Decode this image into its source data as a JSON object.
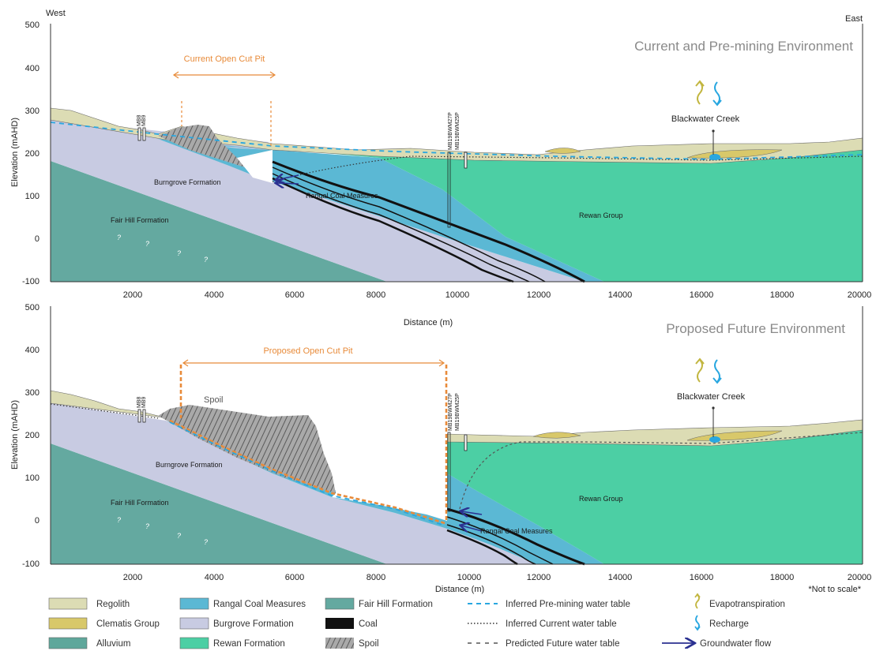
{
  "directions": {
    "west": "West",
    "east": "East"
  },
  "axes": {
    "y_label": "Elevation (mAHD)",
    "x_label": "Distance (m)",
    "y_ticks": [
      "500",
      "400",
      "300",
      "200",
      "100",
      "0",
      "-100"
    ],
    "x_ticks": [
      "2000",
      "4000",
      "6000",
      "8000",
      "10000",
      "12000",
      "14000",
      "16000",
      "18000",
      "20000"
    ]
  },
  "top_panel": {
    "title": "Current and Pre-mining Environment",
    "pit_label": "Current Open Cut Pit",
    "bores_west": [
      "MB8",
      "MB9"
    ],
    "bores_mid": [
      "MB19BWM27P",
      "MB19BWM25P"
    ],
    "creek_label": "Blackwater Creek",
    "formations": {
      "burngrove": "Burngrove Formation",
      "fair_hill": "Fair Hill Formation",
      "rangal": "Rangal Coal Measures",
      "rewan": "Rewan Group"
    }
  },
  "bottom_panel": {
    "title": "Proposed Future Environment",
    "pit_label": "Proposed Open Cut Pit",
    "spoil_label": "Spoil",
    "bores_west": [
      "MB8",
      "MB9"
    ],
    "bores_mid": [
      "MB19BWM27P",
      "MB19BWM25P"
    ],
    "creek_label": "Blackwater Creek",
    "formations": {
      "burngrove": "Burngrove Formation",
      "fair_hill": "Fair Hill Formation",
      "rangal": "Rangal Coal Measures",
      "rewan": "Rewan Group"
    }
  },
  "note": "*Not to scale*",
  "legend": {
    "regolith": "Regolith",
    "clematis": "Clematis Group",
    "alluvium": "Alluvium",
    "rangal": "Rangal Coal Measures",
    "burgrove": "Burgrove Formation",
    "rewan": "Rewan Formation",
    "fairhill": "Fair Hill Formation",
    "coal": "Coal",
    "spoil": "Spoil",
    "premining_wt": "Inferred Pre-mining water table",
    "current_wt": "Inferred Current water table",
    "future_wt": "Predicted Future water table",
    "gw_flow": "Groundwater flow",
    "evapo": "Evapotranspiration",
    "recharge": "Recharge"
  },
  "colors": {
    "regolith": "#dcdcb4",
    "clematis": "#d8c86a",
    "alluvium": "#5fa79b",
    "rangal": "#5bb8d4",
    "burgrove": "#c8cbe2",
    "rewan": "#4ccfa4",
    "fairhill": "#64a9a0",
    "coal": "#111111",
    "spoil": "#8e8e8e",
    "water": "#29a7e0",
    "orange": "#e88b3a",
    "arrow": "#2b3191"
  }
}
